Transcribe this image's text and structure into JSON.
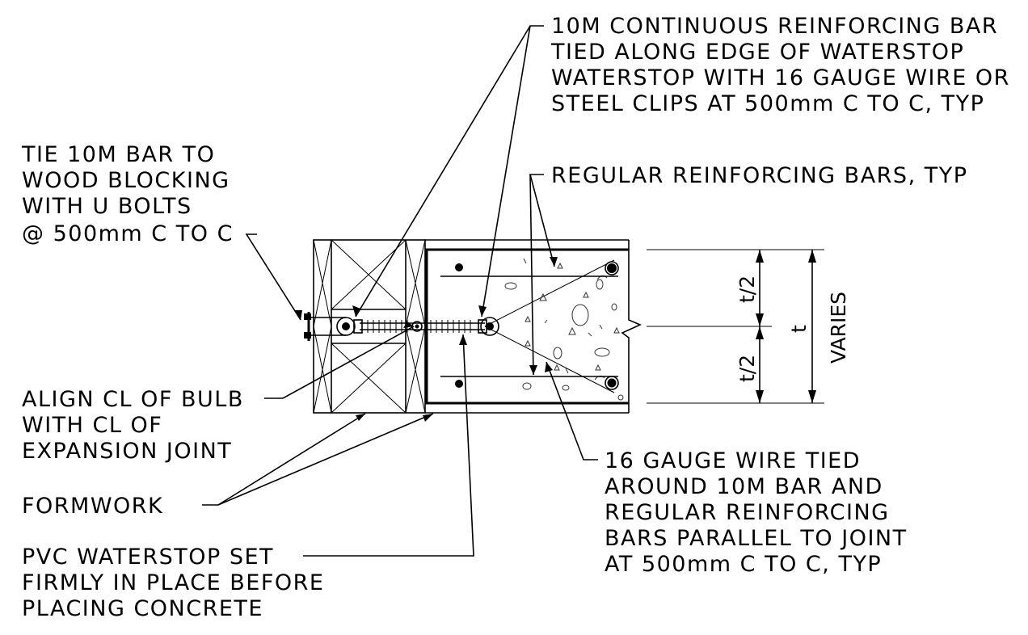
{
  "labels": {
    "continuous_bar": [
      "10M CONTINUOUS REINFORCING BAR",
      "TIED ALONG EDGE OF WATERSTOP",
      "WATERSTOP WITH 16 GAUGE WIRE OR",
      "STEEL CLIPS AT 500mm C TO C, TYP"
    ],
    "tie_bar": [
      "TIE 10M BAR TO",
      "WOOD BLOCKING",
      "WITH U BOLTS",
      "@ 500mm C TO C"
    ],
    "regular_bars": "REGULAR REINFORCING BARS, TYP",
    "align_cl": [
      "ALIGN CL OF BULB",
      "WITH CL OF",
      "EXPANSION JOINT"
    ],
    "formwork": "FORMWORK",
    "pvc_waterstop": [
      "PVC WATERSTOP SET",
      "FIRMLY IN PLACE BEFORE",
      "PLACING CONCRETE"
    ],
    "gauge_wire": [
      "16 GAUGE WIRE TIED",
      "AROUND 10M BAR AND",
      "REGULAR REINFORCING",
      "BARS PARALLEL TO JOINT",
      "AT 500mm C TO C, TYP"
    ]
  },
  "dimensions": {
    "half_top": "t/2",
    "half_bottom": "t/2",
    "thickness": "t",
    "varies": "VARIES"
  }
}
